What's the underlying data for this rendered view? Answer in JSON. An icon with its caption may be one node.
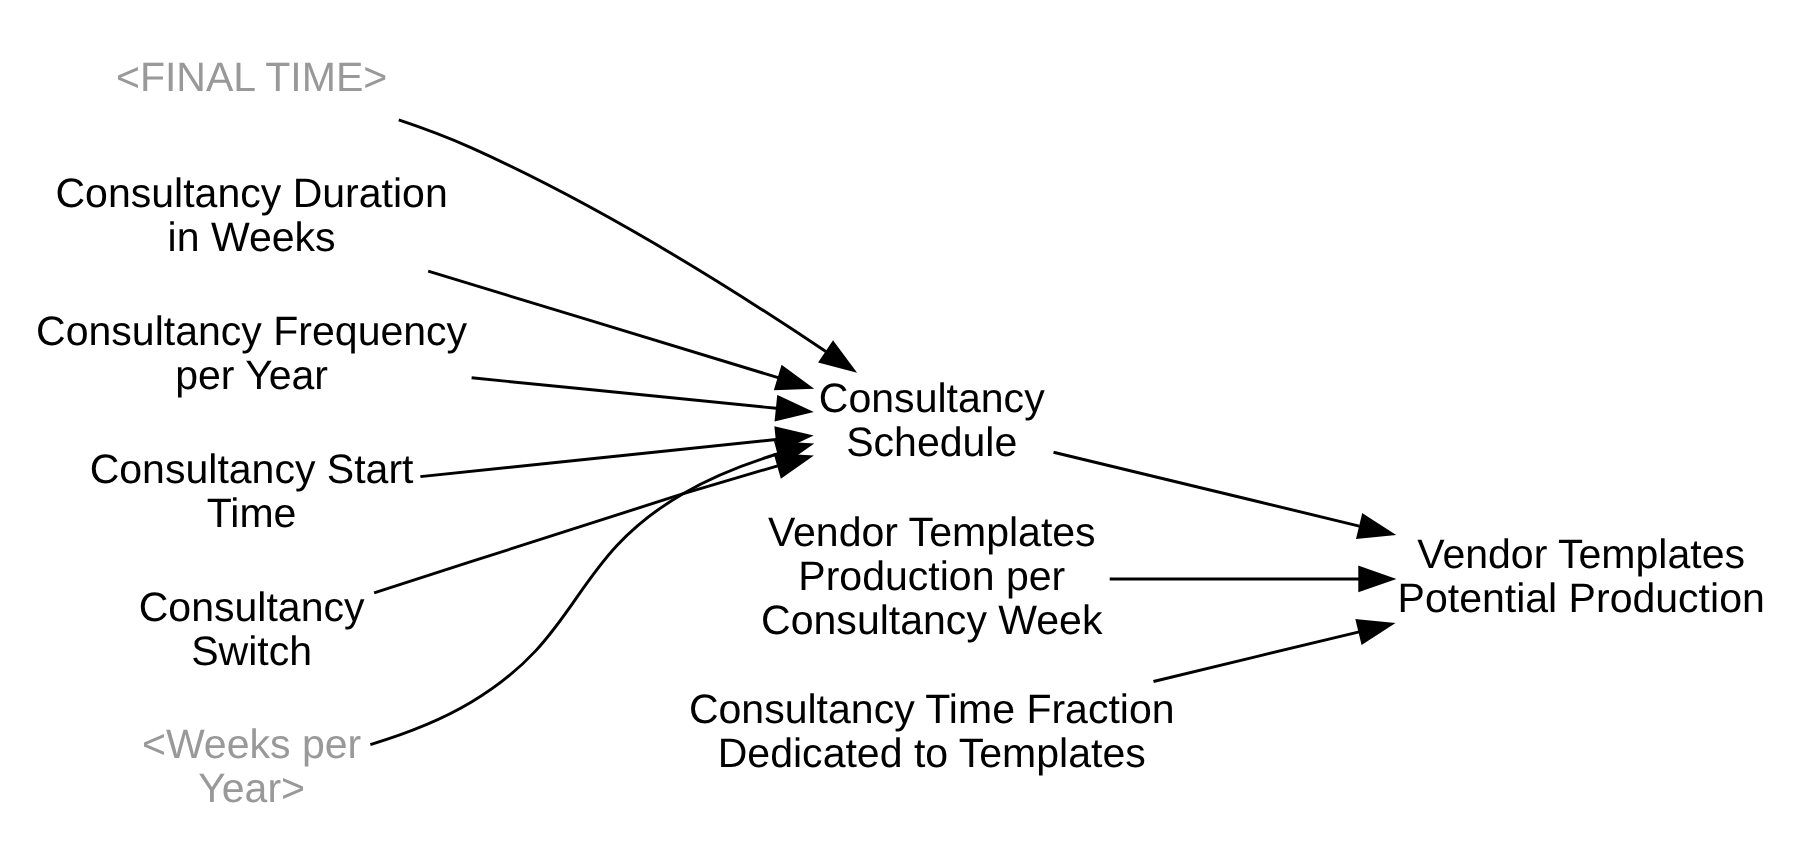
{
  "diagram": {
    "nodes": [
      {
        "text": [
          "<FINAL TIME>"
        ]
      },
      {
        "text": [
          "Consultancy Duration in Weeks"
        ]
      },
      {
        "text": [
          "Consultancy Frequency per Year"
        ]
      },
      {
        "text": [
          "Consultancy Start Time"
        ]
      },
      {
        "text": [
          "Consultancy Switch"
        ]
      },
      {
        "text": [
          "<Weeks per Year>"
        ]
      },
      {
        "text": [
          "Consultancy Schedule"
        ]
      },
      {
        "text": [
          "Vendor Templates Production per Consultancy Week"
        ]
      },
      {
        "text": [
          "Consultancy Time Fraction Dedicated to Templates"
        ]
      },
      {
        "text": [
          "Vendor Templates Potential Production"
        ]
      }
    ],
    "edges": [
      {
        "from": 0,
        "to": 6,
        "arrow": "to"
      },
      {
        "from": 1,
        "to": 6,
        "arrow": "to"
      },
      {
        "from": 2,
        "to": 6,
        "arrow": "to"
      },
      {
        "from": 3,
        "to": 6,
        "arrow": "to"
      },
      {
        "from": 4,
        "to": 6,
        "arrow": "to"
      },
      {
        "from": 5,
        "to": 6,
        "arrow": "to"
      },
      {
        "from": 6,
        "to": 9,
        "arrow": "to"
      },
      {
        "from": 7,
        "to": 9,
        "arrow": "to"
      },
      {
        "from": 8,
        "to": 9,
        "arrow": "to"
      }
    ]
  }
}
